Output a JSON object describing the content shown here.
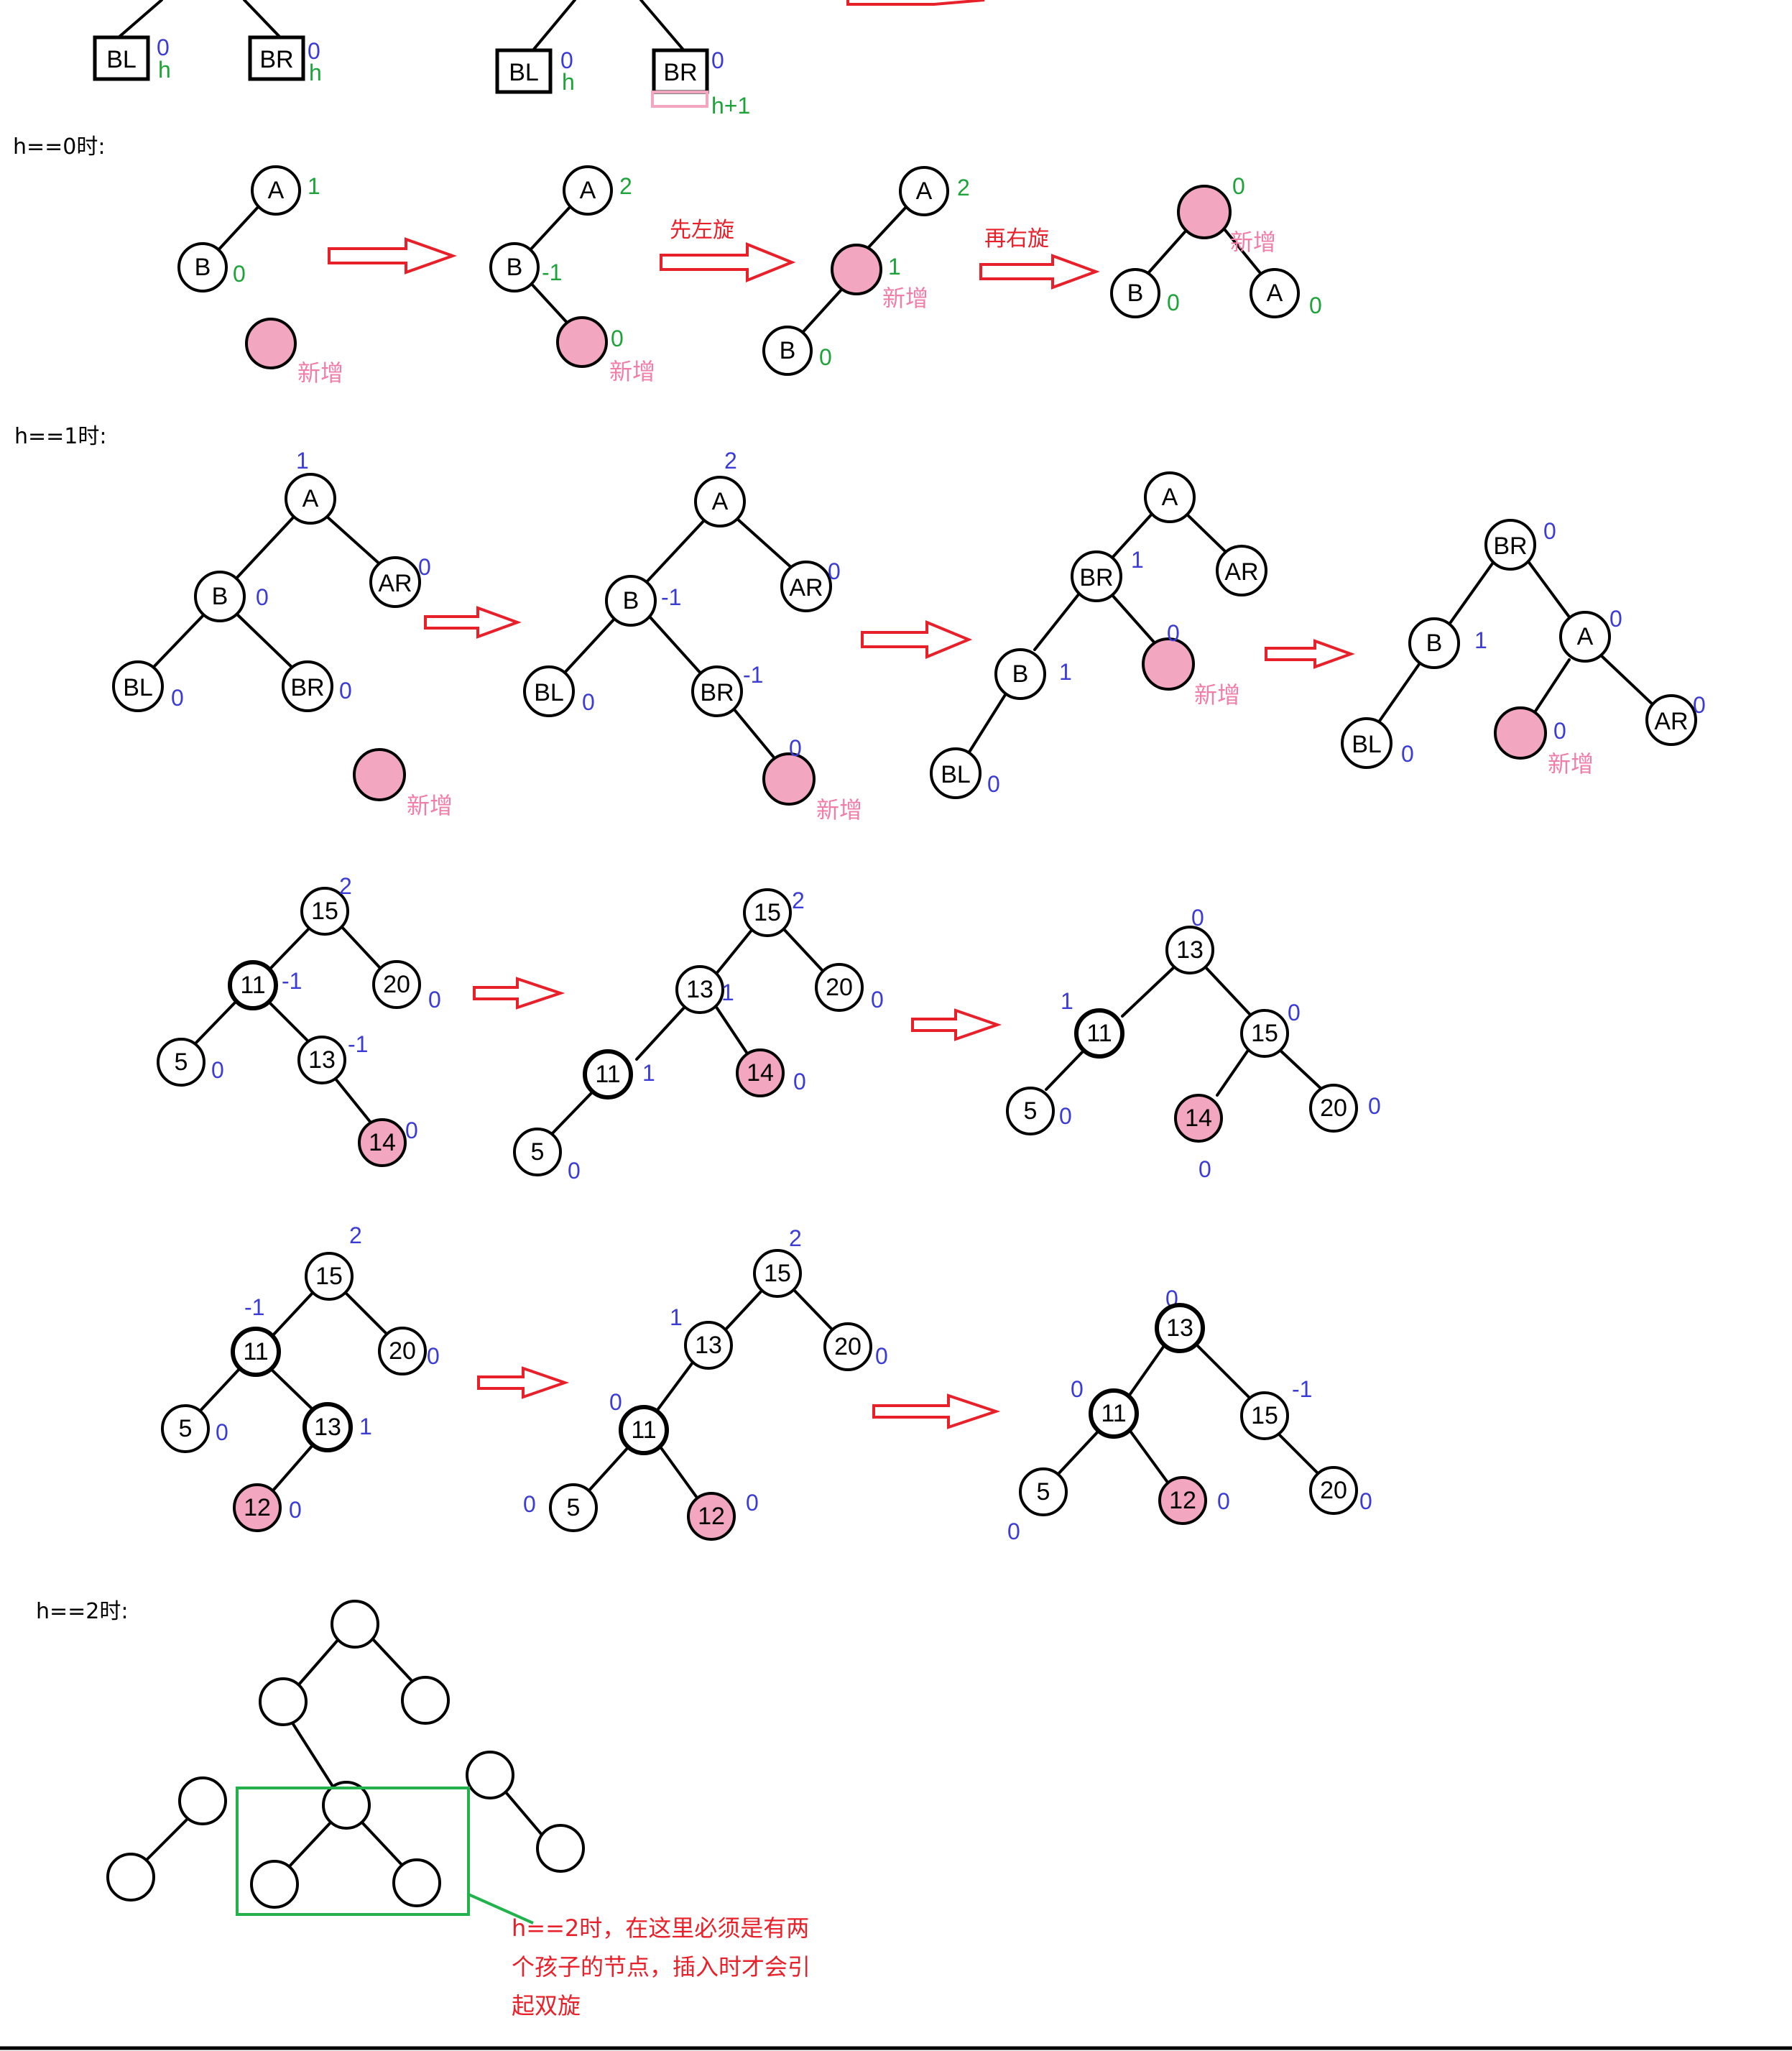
{
  "colors": {
    "stroke": "#000000",
    "pink_fill": "#f2a6bf",
    "pink_text": "#f07ea8",
    "blue": "#3b3bd6",
    "green": "#1ea33a",
    "red": "#e8202a",
    "box_green": "#22b24c"
  },
  "labels": {
    "h0": "h==0时:",
    "h1": "h==1时:",
    "h2": "h==2时:",
    "left_rotate": "先左旋",
    "right_rotate": "再右旋",
    "new_node": "新增",
    "h2_note": "h==2时，在这里必须是有两个孩子的节点，插入时才会引起双旋"
  },
  "top": {
    "boxes": [
      {
        "text": "BL",
        "bf": "0",
        "h": "h"
      },
      {
        "text": "BR",
        "bf": "0",
        "h": "h"
      },
      {
        "text": "BL",
        "bf": "0",
        "h": "h"
      },
      {
        "text": "BR",
        "bf": "0",
        "h": "h+1"
      }
    ]
  },
  "h0": {
    "s1": {
      "A": "A",
      "A_bf": "1",
      "B": "B",
      "B_bf": "0"
    },
    "s2": {
      "A": "A",
      "A_bf": "2",
      "B": "B",
      "B_bf": "-1",
      "N_bf": "0"
    },
    "s3": {
      "A": "A",
      "A_bf": "2",
      "N_bf": "1",
      "B": "B",
      "B_bf": "0"
    },
    "s4": {
      "N_bf": "0",
      "B": "B",
      "B_bf": "0",
      "A": "A",
      "A_bf": "0"
    }
  },
  "h1": {
    "s1": {
      "A": "A",
      "A_bf": "1",
      "B": "B",
      "B_bf": "0",
      "AR": "AR",
      "AR_bf": "0",
      "BL": "BL",
      "BL_bf": "0",
      "BR": "BR",
      "BR_bf": "0"
    },
    "s2": {
      "A": "A",
      "A_bf": "2",
      "B": "B",
      "B_bf": "-1",
      "AR": "AR",
      "AR_bf": "0",
      "BL": "BL",
      "BL_bf": "0",
      "BR": "BR",
      "BR_bf": "-1",
      "N_bf": "0"
    },
    "s3": {
      "A": "A",
      "BR": "BR",
      "BR_bf": "1",
      "AR": "AR",
      "B": "B",
      "B_bf": "1",
      "N_bf": "0",
      "BL": "BL",
      "BL_bf": "0"
    },
    "s4": {
      "BR": "BR",
      "BR_bf": "0",
      "B": "B",
      "B_bf": "1",
      "A": "A",
      "A_bf": "0",
      "BL": "BL",
      "BL_bf": "0",
      "N_bf": "0",
      "AR": "AR",
      "AR_bf": "0"
    }
  },
  "ex1": {
    "s1": {
      "n15": "15",
      "n15_bf": "2",
      "n11": "11",
      "n11_bf": "-1",
      "n20": "20",
      "n20_bf": "0",
      "n5": "5",
      "n5_bf": "0",
      "n13": "13",
      "n13_bf": "-1",
      "n14": "14",
      "n14_bf": "0"
    },
    "s2": {
      "n15": "15",
      "n15_bf": "2",
      "n13": "13",
      "n13_bf": "1",
      "n20": "20",
      "n20_bf": "0",
      "n11": "11",
      "n11_bf": "1",
      "n14": "14",
      "n14_bf": "0",
      "n5": "5",
      "n5_bf": "0"
    },
    "s3": {
      "n13": "13",
      "n13_bf": "0",
      "n11": "11",
      "n11_bf": "1",
      "n15": "15",
      "n15_bf": "0",
      "n5": "5",
      "n5_bf": "0",
      "n14": "14",
      "n14_bf": "0",
      "n20": "20",
      "n20_bf": "0"
    }
  },
  "ex2": {
    "s1": {
      "n15": "15",
      "n15_bf": "2",
      "n11": "11",
      "n11_bf": "-1",
      "n20": "20",
      "n20_bf": "0",
      "n5": "5",
      "n5_bf": "0",
      "n13": "13",
      "n13_bf": "1",
      "n12": "12",
      "n12_bf": "0"
    },
    "s2": {
      "n15": "15",
      "n15_bf": "2",
      "n13": "13",
      "n13_bf": "1",
      "n20": "20",
      "n20_bf": "0",
      "n11": "11",
      "n11_bf": "0",
      "n5": "5",
      "n5_bf": "0",
      "n12": "12",
      "n12_bf": "0"
    },
    "s3": {
      "n13": "13",
      "n13_bf": "0",
      "n11": "11",
      "n11_bf": "0",
      "n15": "15",
      "n15_bf": "-1",
      "n5": "5",
      "n5_bf": "0",
      "n12": "12",
      "n12_bf": "0",
      "n20": "20",
      "n20_bf": "0"
    }
  }
}
